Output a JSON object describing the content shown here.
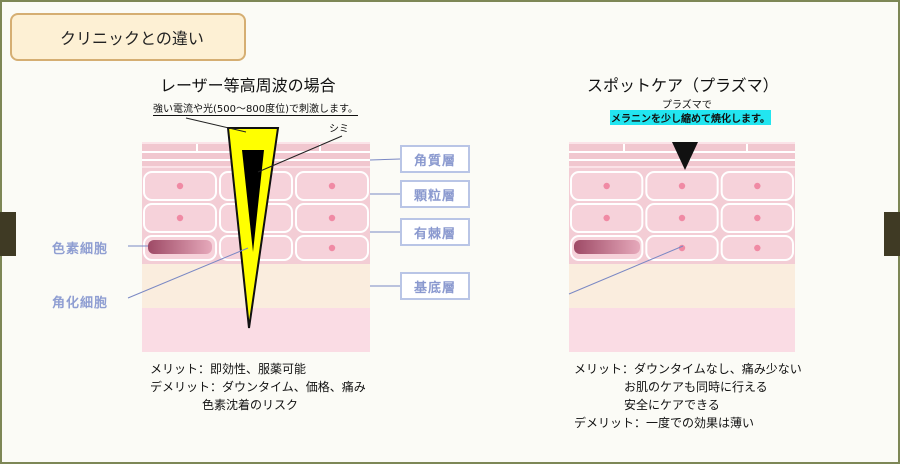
{
  "header": {
    "title": "クリニックとの違い"
  },
  "laser": {
    "title": "レーザー等高周波の場合",
    "note": "強い電流や光(500～800度位)で刺激します。",
    "stain_label": "シミ",
    "merits": "メリット：即効性、服薬可能",
    "demerits_line1": "デメリット：ダウンタイム、価格、痛み",
    "demerits_line2": "色素沈着のリスク"
  },
  "plasma": {
    "title": "スポットケア（プラズマ）",
    "note_line1": "プラズマで",
    "note_line2": "メラニンを少し縮めて焼化します。",
    "merits_line1": "メリット：ダウンタイムなし、痛み少ない",
    "merits_line2": "お肌のケアも同時に行える",
    "merits_line3": "安全にケアできる",
    "demerits": "デメリット：一度での効果は薄い"
  },
  "layers": [
    "角質層",
    "顆粒層",
    "有棘層",
    "基底層"
  ],
  "cells": {
    "pigment": "色素細胞",
    "keratinocyte": "角化細胞"
  },
  "colors": {
    "frame": "#7d8756",
    "tab": "#3f3a24",
    "title_bg": "#fdf0d4",
    "title_border": "#d5ae72",
    "skin_pink": "#f6dde3",
    "cell_pink": "#f3c4cf",
    "nucleus": "#f08aa4",
    "basal": "#faedde",
    "pigment_cell": "#b45e7a",
    "label_blue": "#8f9ed2",
    "laser_yellow": "#ffff00",
    "highlight": "#22e5f0"
  }
}
